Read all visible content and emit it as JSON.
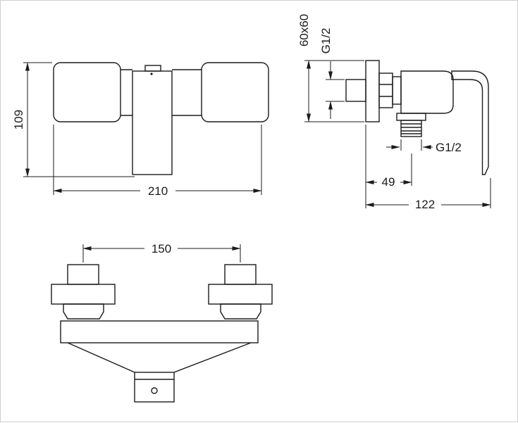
{
  "drawing": {
    "line_color": "#1b1b1b",
    "front_view": {
      "height_mm": "109",
      "width_mm": "210"
    },
    "side_view": {
      "plate_size": "60x60",
      "inlet_thread": "G1/2",
      "outlet_thread": "G1/2",
      "wall_to_outlet_mm": "49",
      "total_depth_mm": "122"
    },
    "bottom_view": {
      "center_spacing_mm": "150"
    }
  }
}
